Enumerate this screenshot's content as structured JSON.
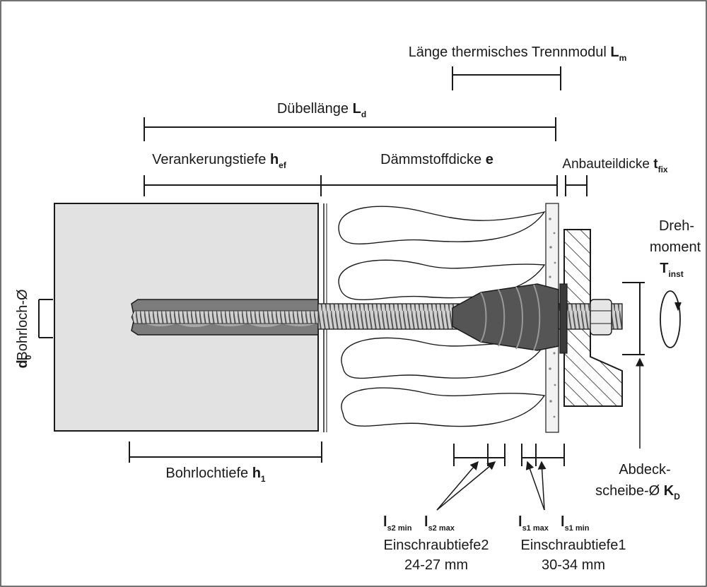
{
  "labels": {
    "thermal_module_length": {
      "text": "Länge thermisches Trennmodul ",
      "symbol": "L",
      "sub": "m"
    },
    "anchor_length": {
      "text": "Dübellänge ",
      "symbol": "L",
      "sub": "d"
    },
    "anchorage_depth": {
      "text": "Verankerungstiefe ",
      "symbol": "h",
      "sub": "ef"
    },
    "insulation_thickness": {
      "text": "Dämmstoffdicke ",
      "symbol": "e"
    },
    "attachment_thickness": {
      "text": "Anbauteildicke ",
      "symbol": "t",
      "sub": "fix"
    },
    "torque_line1": "Dreh-",
    "torque_line2": "moment",
    "torque_symbol": {
      "symbol": "T",
      "sub": "inst"
    },
    "drill_diameter_text": "Bohrloch-Ø",
    "drill_diameter_symbol": {
      "symbol": "d",
      "sub": "0"
    },
    "drill_depth": {
      "text": "Bohrlochtiefe ",
      "symbol": "h",
      "sub": "1"
    },
    "cover_washer_line1": "Abdeck-",
    "cover_washer_line2": {
      "text": "scheibe-Ø ",
      "symbol": "K",
      "sub": "D"
    },
    "screw_depth_2": {
      "min": {
        "symbol": "l",
        "sub": "s2 min"
      },
      "max": {
        "symbol": "l",
        "sub": "s2 max"
      },
      "title": "Einschraubtiefe2",
      "range": "24-27 mm"
    },
    "screw_depth_1": {
      "max": {
        "symbol": "l",
        "sub": "s1 max"
      },
      "min": {
        "symbol": "l",
        "sub": "s1 min"
      },
      "title": "Einschraubtiefe1",
      "range": "30-34 mm"
    }
  },
  "colors": {
    "line": "#1a1a1a",
    "concrete": "#e2e2e2",
    "hole": "#7c7c7c",
    "mortar": "#9a9a9a",
    "rod": "#4a4a4a",
    "module": "#555555",
    "hatch": "#222222"
  }
}
